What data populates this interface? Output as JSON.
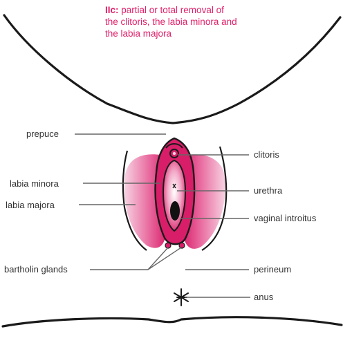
{
  "caption": {
    "code": "IIc:",
    "text_line1": " partial or total removal of",
    "text_line2": "the clitoris, the labia minora and",
    "text_line3": "the labia majora"
  },
  "labels": {
    "prepuce": "prepuce",
    "clitoris": "clitoris",
    "labia_minora": "labia minora",
    "urethra": "urethra",
    "labia_majora": "labia majora",
    "vaginal_introitus": "vaginal introitus",
    "bartholin_glands": "bartholin glands",
    "perineum": "perineum",
    "anus": "anus"
  },
  "colors": {
    "caption": "#e0206a",
    "magenta": "#d81e68",
    "pink_light": "#f3b3cd",
    "outline": "#1a1a1a",
    "label_text": "#333333"
  }
}
